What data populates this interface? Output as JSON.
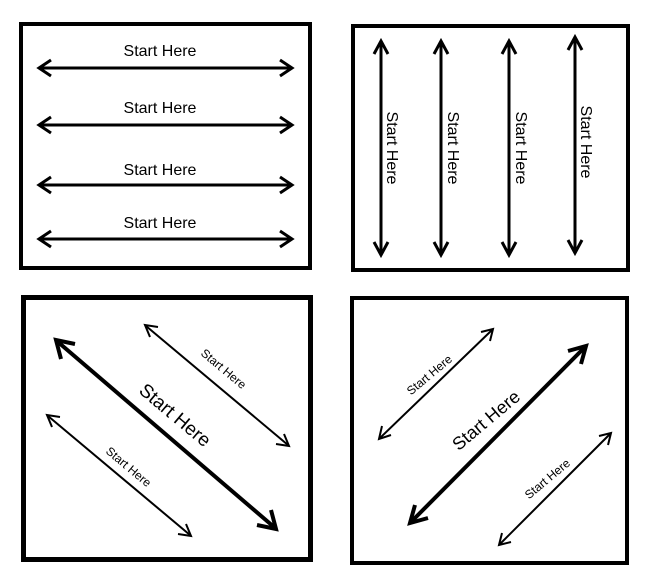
{
  "panels": [
    {
      "id": "horizontal",
      "arrows": [
        {
          "label": "Start Here"
        },
        {
          "label": "Start Here"
        },
        {
          "label": "Start Here"
        },
        {
          "label": "Start Here"
        }
      ]
    },
    {
      "id": "vertical",
      "arrows": [
        {
          "label": "Start Here"
        },
        {
          "label": "Start Here"
        },
        {
          "label": "Start Here"
        },
        {
          "label": "Start Here"
        }
      ]
    },
    {
      "id": "diagonal-down",
      "arrows": [
        {
          "label": "Start Here"
        },
        {
          "label": "Start Here"
        },
        {
          "label": "Start Here"
        }
      ]
    },
    {
      "id": "diagonal-up",
      "arrows": [
        {
          "label": "Start Here"
        },
        {
          "label": "Start Here"
        },
        {
          "label": "Start Here"
        }
      ]
    }
  ],
  "colors": {
    "border": "#000000",
    "arrow": "#000000",
    "background": "#ffffff"
  }
}
